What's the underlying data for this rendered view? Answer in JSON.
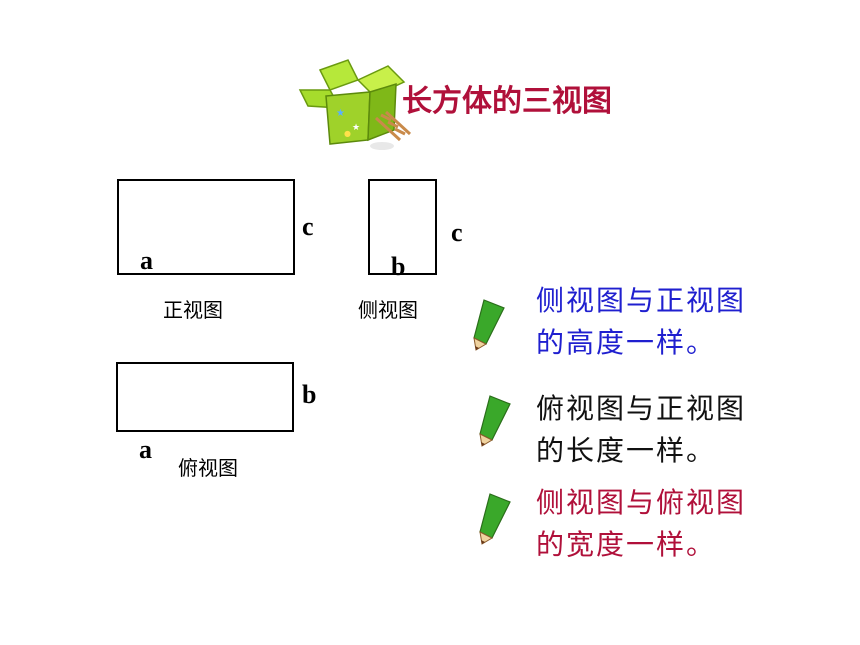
{
  "title": "长方体的三视图",
  "views": {
    "front": {
      "label": "正视图",
      "width_letter": "a",
      "height_letter": "c"
    },
    "side": {
      "label": "侧视图",
      "width_letter": "b",
      "height_letter": "c"
    },
    "top": {
      "label": "俯视图",
      "width_letter": "a",
      "height_letter": "b"
    }
  },
  "notes": [
    {
      "line1": "侧视图与正视图",
      "line2": "的高度一样。",
      "color": "#1f1fcf"
    },
    {
      "line1": "俯视图与正视图",
      "line2": "的长度一样。",
      "color": "#111111"
    },
    {
      "line1": "侧视图与俯视图",
      "line2": "的宽度一样。",
      "color": "#b0103a"
    }
  ],
  "icons": {
    "title_icon": "gift-box-icon",
    "bullet_icon": "pencil-icon"
  }
}
